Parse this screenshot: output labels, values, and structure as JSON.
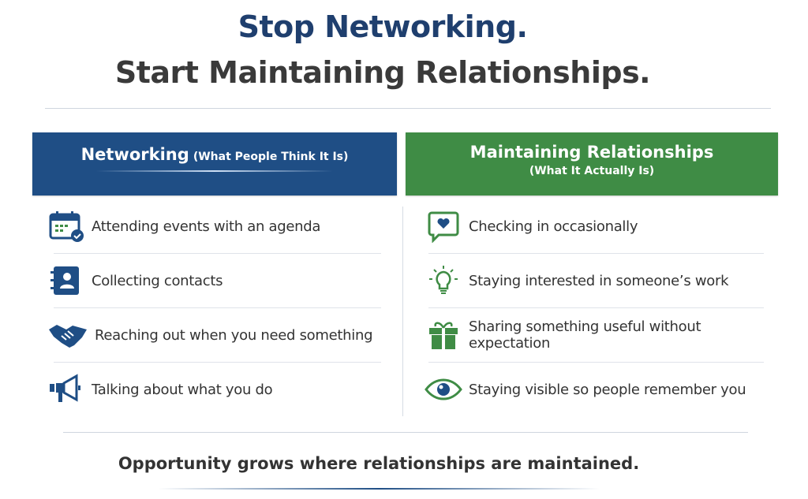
{
  "title": {
    "line1": "Stop Networking.",
    "line2": "Start Maintaining Relationships."
  },
  "left": {
    "heading": "Networking",
    "subheading": "(What People Think It Is)",
    "color": "#1f4e85",
    "items": [
      {
        "icon": "calendar-check-icon",
        "label": "Attending events with an agenda"
      },
      {
        "icon": "contact-book-icon",
        "label": "Collecting contacts"
      },
      {
        "icon": "handshake-icon",
        "label": "Reaching out when you need something"
      },
      {
        "icon": "megaphone-icon",
        "label": "Talking about what you do"
      }
    ]
  },
  "right": {
    "heading": "Maintaining Relationships",
    "subheading": "(What It Actually Is)",
    "color": "#3f8c45",
    "items": [
      {
        "icon": "heart-chat-icon",
        "label": "Checking in occasionally"
      },
      {
        "icon": "lightbulb-icon",
        "label": "Staying interested in someone’s work"
      },
      {
        "icon": "gift-icon",
        "label": "Sharing something useful without expectation"
      },
      {
        "icon": "eye-icon",
        "label": "Staying visible so people remember you"
      }
    ]
  },
  "footer": "Opportunity grows where relationships are maintained."
}
